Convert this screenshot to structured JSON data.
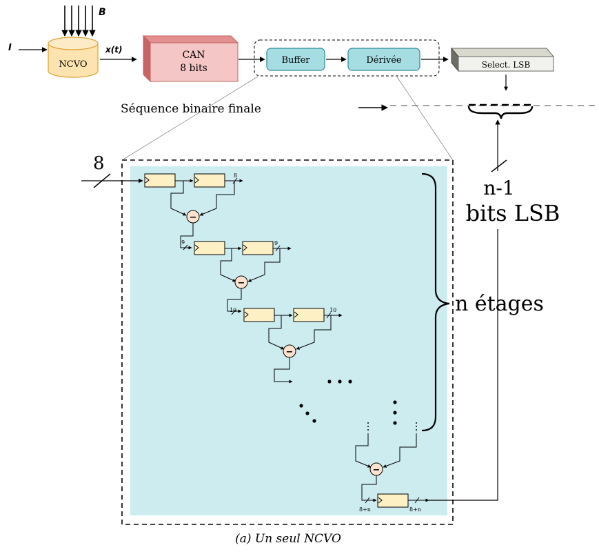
{
  "labels": {
    "b": "B",
    "i": "I",
    "ncvo": "NCVO",
    "xt": "x(t)",
    "can_line1": "CAN",
    "can_line2": "8 bits",
    "buffer": "Buffer",
    "derivee": "Dérivée",
    "select_lsb": "Select. LSB",
    "sequence": "Séquence binaire finale",
    "eight_input": "8",
    "n_minus_1": "n-1",
    "bits_lsb": "bits LSB",
    "n_etages": "n étages",
    "caption": "(a) Un seul NCVO"
  },
  "stages": {
    "s1_out": "8",
    "s2_in": "9",
    "s2_out": "9",
    "s3_in": "10",
    "s3_out": "10",
    "final_in": "8+n",
    "final_out": "8+n",
    "minus": "−",
    "hdots": "· · ·",
    "vdots": "⋮"
  },
  "colors": {
    "ncvo_fill": "#fde3b0",
    "ncvo_stroke": "#e0a030",
    "can_front": "#f4c6c6",
    "can_stroke": "#c06060",
    "block_fill": "#a6dde3",
    "block_stroke": "#2a8a96",
    "panel_bg": "#cdecf0",
    "register_fill": "#fdf0c4",
    "subtractor_fill": "#fde3d0",
    "select_fill": "#f1f1ee",
    "dashed_grey": "#a0a0a0"
  }
}
